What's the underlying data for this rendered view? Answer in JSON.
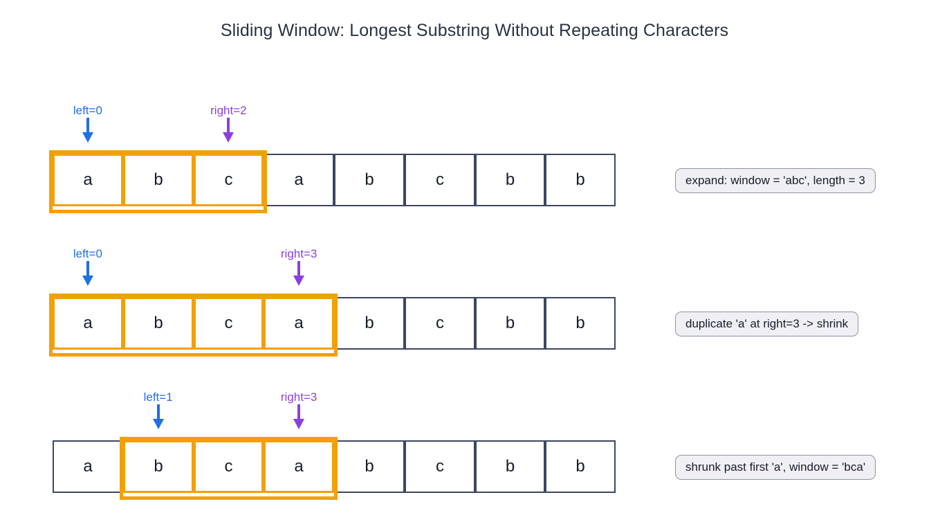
{
  "title": "Sliding Window: Longest Substring Without Repeating Characters",
  "colors": {
    "highlight": "#f2a007",
    "cell_border": "#3d4660",
    "left_pointer": "#1f6fe5",
    "right_pointer": "#8b3fe0",
    "text": "#171c2c",
    "annotation_fill": "#f0f0f4",
    "annotation_border": "#8b93a7",
    "background": "#ffffff"
  },
  "string": "abcabcbb",
  "cells": [
    "a",
    "b",
    "c",
    "a",
    "b",
    "c",
    "b",
    "b"
  ],
  "steps": [
    {
      "id": "step-1",
      "cells": [
        "a",
        "b",
        "c",
        "a",
        "b",
        "c",
        "b",
        "b"
      ],
      "window_start": 0,
      "window_end": 2,
      "left_label": "left=0",
      "left_index": 0,
      "right_label": "right=2",
      "right_index": 2,
      "annotation": "expand: window = 'abc', length = 3"
    },
    {
      "id": "step-2",
      "cells": [
        "a",
        "b",
        "c",
        "a",
        "b",
        "c",
        "b",
        "b"
      ],
      "window_start": 0,
      "window_end": 3,
      "left_label": "left=0",
      "left_index": 0,
      "right_label": "right=3",
      "right_index": 3,
      "annotation": "duplicate 'a' at right=3 -> shrink"
    },
    {
      "id": "step-3",
      "cells": [
        "a",
        "b",
        "c",
        "a",
        "b",
        "c",
        "b",
        "b"
      ],
      "window_start": 1,
      "window_end": 3,
      "left_label": "left=1",
      "left_index": 1,
      "right_label": "right=3",
      "right_index": 3,
      "annotation": "shrunk past first 'a', window = 'bca'"
    }
  ]
}
